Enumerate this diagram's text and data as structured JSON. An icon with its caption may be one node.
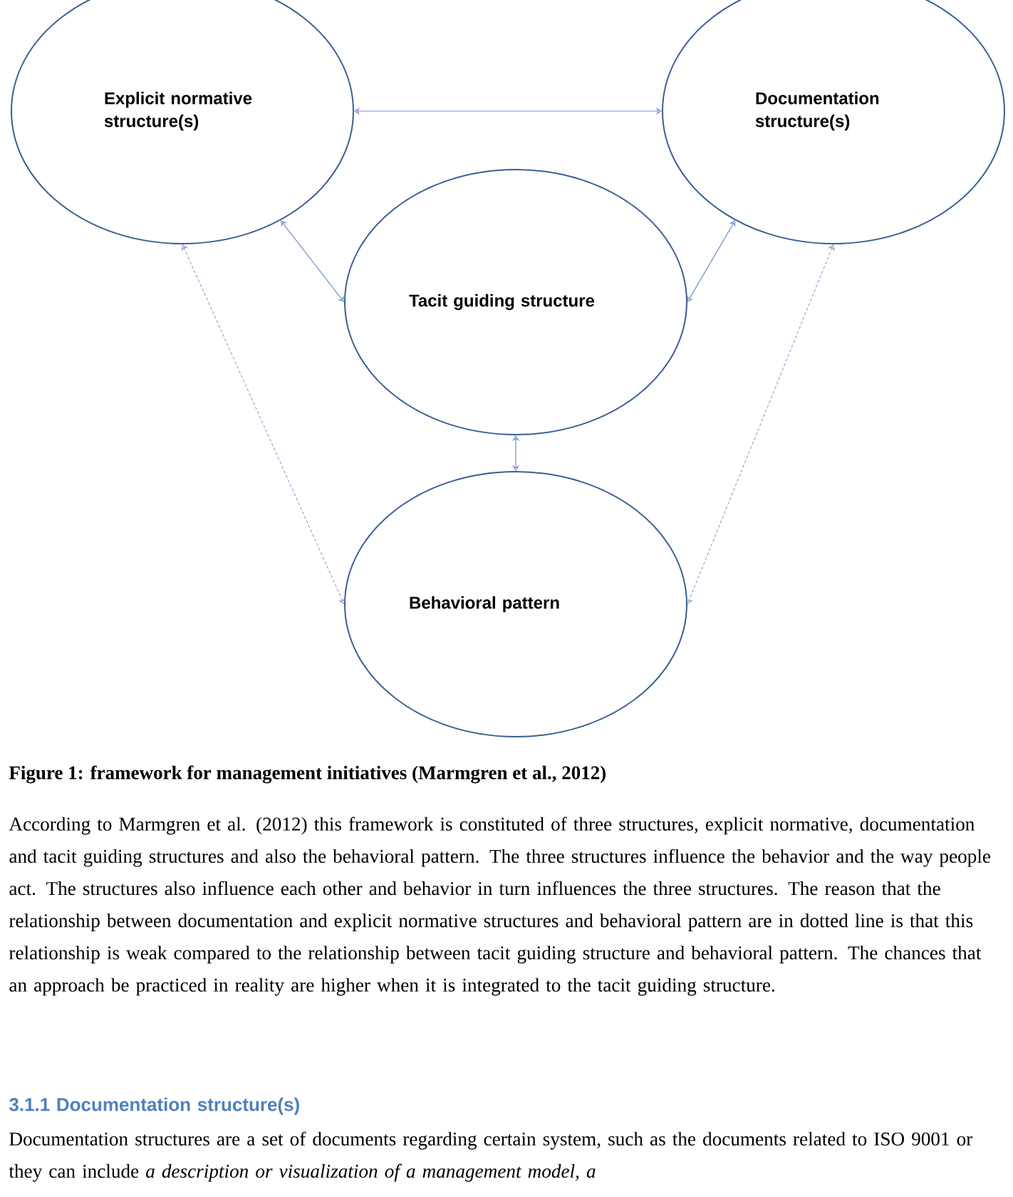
{
  "diagram": {
    "caption": "Figure 1: framework for management initiatives (Marmgren et al., 2012)",
    "nodes": [
      {
        "text": [
          "Explicit normative structure(s)"
        ]
      },
      {
        "text": [
          "Documentation structure(s)"
        ]
      },
      {
        "text": [
          "Tacit guiding structure"
        ]
      },
      {
        "text": [
          "Behavioral pattern"
        ]
      }
    ],
    "edges": [
      {
        "from": 0,
        "to": 1,
        "arrow": "both"
      },
      {
        "from": 0,
        "to": 2,
        "arrow": "both"
      },
      {
        "from": 1,
        "to": 2,
        "arrow": "both"
      },
      {
        "from": 2,
        "to": 3,
        "arrow": "both"
      },
      {
        "from": 0,
        "to": 3,
        "arrow": "both",
        "style": "dashed"
      },
      {
        "from": 1,
        "to": 3,
        "arrow": "both",
        "style": "dashed"
      }
    ],
    "labels": [
      "According to Marmgren et al. (2012) this framework is constituted of three structures, explicit normative, documentation and tacit guiding structures and also the behavioral pattern. The three structures influence the behavior and the way people act. The structures also influence each other and behavior in turn influences the three structures. The reason that the relationship between documentation and explicit normative structures and behavioral pattern are in dotted line is that this relationship is weak compared to the relationship between tacit guiding structure and behavioral pattern. The chances that an approach be practiced in reality are higher when it is integrated to the tacit guiding structure.",
      "3.1.1 Documentation structure(s)",
      "Documentation structures are a set of documents regarding certain system, such as the documents related to ISO 9001 or they can include *a description or visualization of a management model, a*"
    ]
  }
}
